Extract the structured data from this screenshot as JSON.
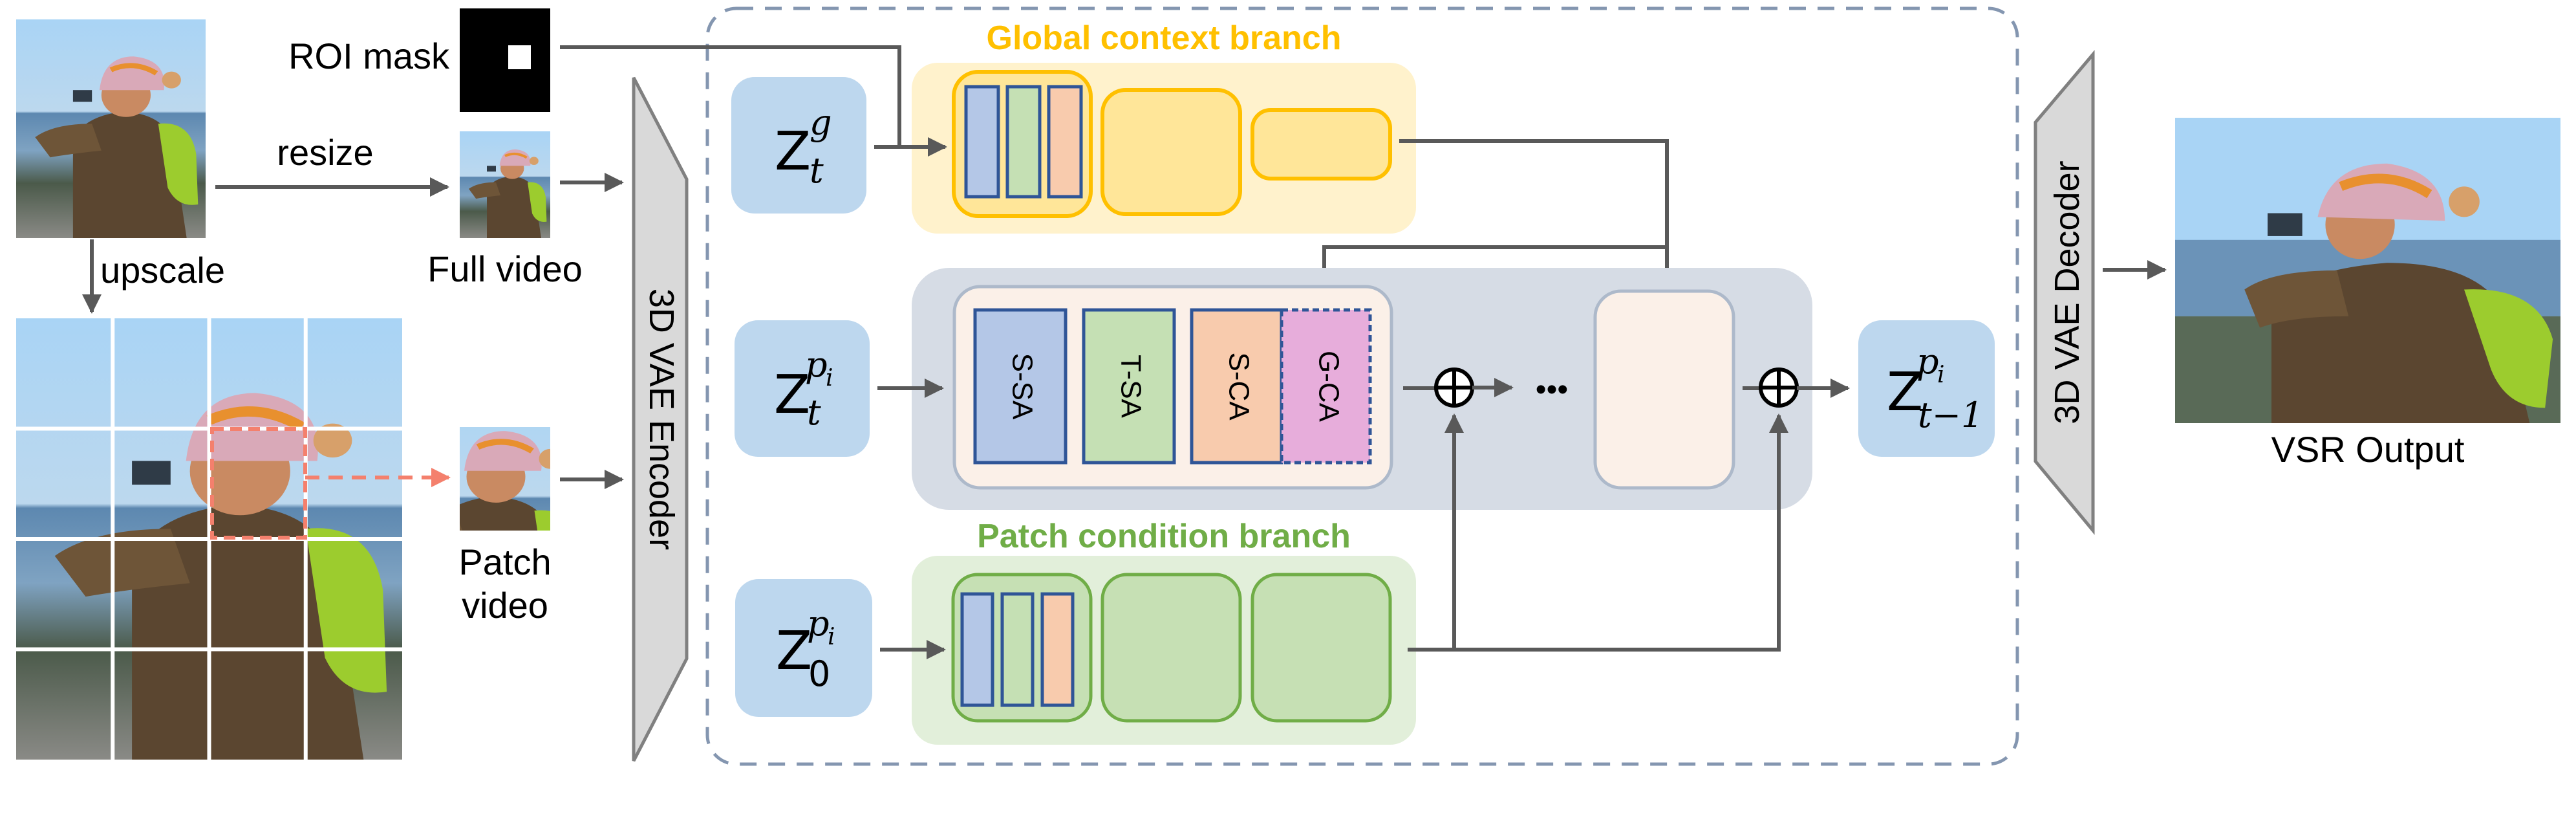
{
  "inputs": {
    "roi_mask_label": "ROI mask",
    "resize_label": "resize",
    "upscale_label": "upscale",
    "full_video_label": "Full video",
    "patch_video_label": [
      "Patch",
      "video"
    ],
    "grid": {
      "rows": 4,
      "cols": 4,
      "selected_row": 2,
      "selected_col": 3
    }
  },
  "encoder": {
    "label": "3D VAE Encoder"
  },
  "decoder": {
    "label": "3D VAE Decoder"
  },
  "output": {
    "label": "VSR Output"
  },
  "latents": {
    "global": {
      "base": "Z",
      "sup": "g",
      "sub": "t"
    },
    "patch_t": {
      "base": "Z",
      "sup": "p",
      "sup_sub": "i",
      "sub": "t"
    },
    "patch_0": {
      "base": "Z",
      "sup": "p",
      "sup_sub": "i",
      "sub": "0"
    },
    "patch_out": {
      "base": "Z",
      "sup": "p",
      "sup_sub": "i",
      "sub": "t−1"
    }
  },
  "branches": {
    "global": {
      "title": "Global context branch",
      "color": "#FFC000"
    },
    "patch": {
      "title": "Patch condition branch",
      "color": "#70AD47"
    }
  },
  "main_block": {
    "layers": [
      "S-SA",
      "T-SA",
      "S-CA",
      "G-CA"
    ],
    "ellipsis": "•••"
  },
  "colors": {
    "frame": "#8496B0",
    "latent_fill": "#BDD7EE",
    "global_bg": "#FFF2CC",
    "global_block": "#FFE699",
    "patch_bg": "#E2EFDA",
    "patch_block": "#C6E0B4",
    "main_bg": "#D6DCE5",
    "main_block_fill": "#FBF0E8",
    "ssa": "#B4C7E7",
    "tsa": "#C5E0B4",
    "sca": "#F8CBAD",
    "gca": "#E7ADDB",
    "layer_border": "#2F5597",
    "arrow": "#595959",
    "patch_highlight": "#F4806D"
  }
}
